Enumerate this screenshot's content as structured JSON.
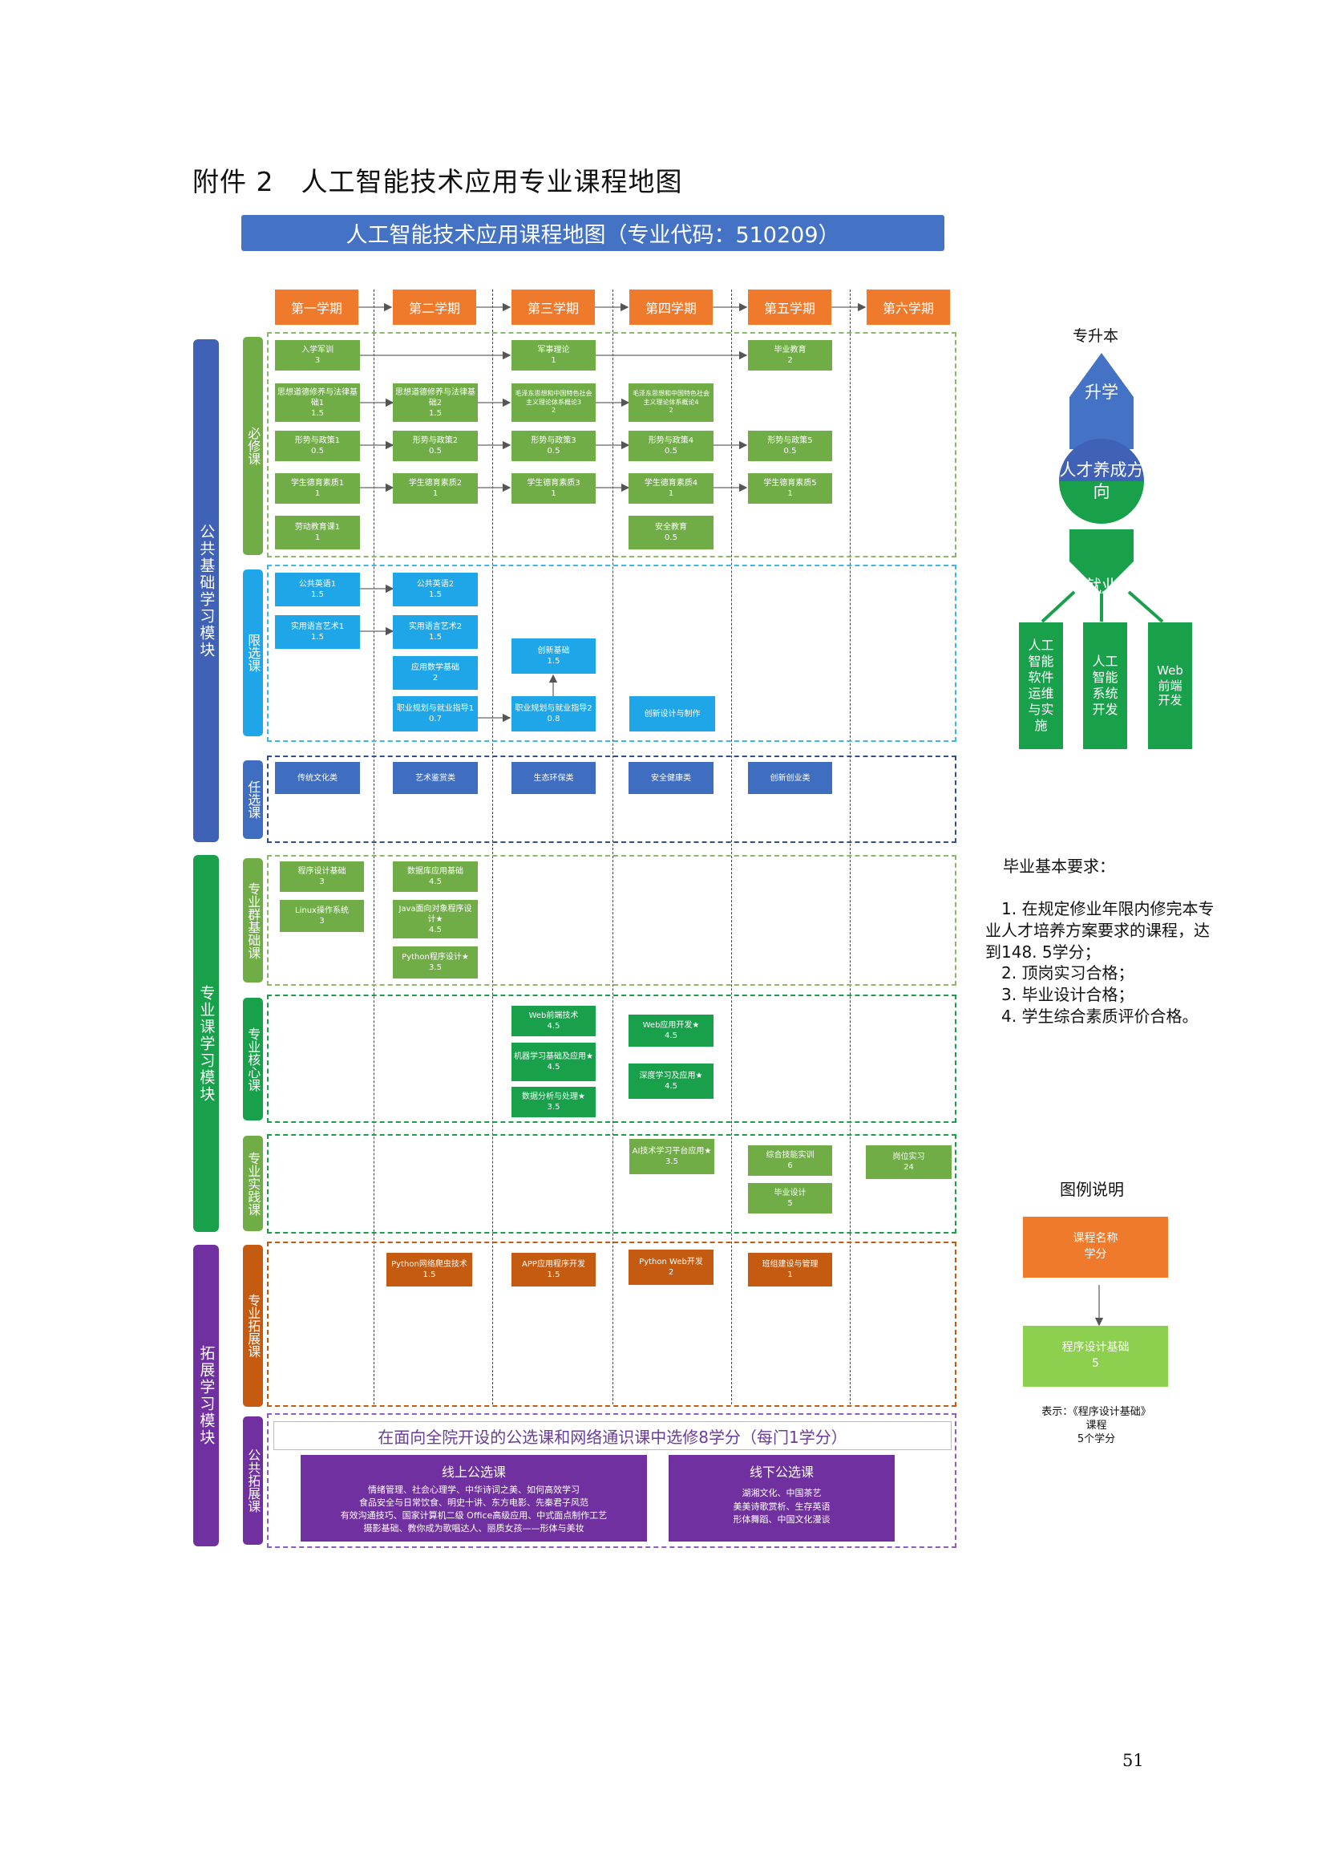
{
  "doc_title": "附件 2　人工智能技术应用专业课程地图",
  "map_title": "人工智能技术应用课程地图（专业代码：510209）",
  "semesters": [
    "第一学期",
    "第二学期",
    "第三学期",
    "第四学期",
    "第五学期",
    "第六学期"
  ],
  "modules": {
    "public": "公共基础学习模块",
    "professional": "专业课学习模块",
    "extension": "拓展学习模块"
  },
  "subcategories": {
    "required": "必修课",
    "limited": "限选课",
    "elective": "任选课",
    "group_basic": "专业群基础课",
    "core": "专业核心课",
    "practice": "专业实践课",
    "prof_ext": "专业拓展课",
    "public_ext": "公共拓展课"
  },
  "courses": {
    "c1": {
      "name": "入学军训",
      "credit": "3"
    },
    "c2": {
      "name": "军事理论",
      "credit": "1"
    },
    "c3": {
      "name": "毕业教育",
      "credit": "2"
    },
    "c4": {
      "name": "思想道德修养与法律基础1",
      "credit": "1.5"
    },
    "c5": {
      "name": "思想道德修养与法律基础2",
      "credit": "1.5"
    },
    "c6": {
      "name": "毛泽东思想和中国特色社会主义理论体系概论3",
      "credit": "2"
    },
    "c7": {
      "name": "毛泽东思想和中国特色社会主义理论体系概论4",
      "credit": "2"
    },
    "c8": {
      "name": "形势与政策1",
      "credit": "0.5"
    },
    "c9": {
      "name": "形势与政策2",
      "credit": "0.5"
    },
    "c10": {
      "name": "形势与政策3",
      "credit": "0.5"
    },
    "c11": {
      "name": "形势与政策4",
      "credit": "0.5"
    },
    "c12": {
      "name": "形势与政策5",
      "credit": "0.5"
    },
    "c13": {
      "name": "学生德育素质1",
      "credit": "1"
    },
    "c14": {
      "name": "学生德育素质2",
      "credit": "1"
    },
    "c15": {
      "name": "学生德育素质3",
      "credit": "1"
    },
    "c16": {
      "name": "学生德育素质4",
      "credit": "1"
    },
    "c17": {
      "name": "学生德育素质5",
      "credit": "1"
    },
    "c18": {
      "name": "劳动教育课1",
      "credit": "1"
    },
    "c19": {
      "name": "安全教育",
      "credit": "0.5"
    },
    "c20": {
      "name": "公共英语1",
      "credit": "1.5"
    },
    "c21": {
      "name": "公共英语2",
      "credit": "1.5"
    },
    "c22": {
      "name": "实用语言艺术1",
      "credit": "1.5"
    },
    "c23": {
      "name": "实用语言艺术2",
      "credit": "1.5"
    },
    "c24": {
      "name": "应用数学基础",
      "credit": "2"
    },
    "c25": {
      "name": "创新基础",
      "credit": "1.5"
    },
    "c26": {
      "name": "职业规划与就业指导1",
      "credit": "0.7"
    },
    "c27": {
      "name": "职业规划与就业指导2",
      "credit": "0.8"
    },
    "c28": {
      "name": "创新设计与制作",
      "credit": ""
    },
    "c29": {
      "name": "传统文化类",
      "credit": ""
    },
    "c30": {
      "name": "艺术鉴赏类",
      "credit": ""
    },
    "c31": {
      "name": "生态环保类",
      "credit": ""
    },
    "c32": {
      "name": "安全健康类",
      "credit": ""
    },
    "c33": {
      "name": "创新创业类",
      "credit": ""
    },
    "c34": {
      "name": "程序设计基础",
      "credit": "3"
    },
    "c35": {
      "name": "Linux操作系统",
      "credit": "3"
    },
    "c36": {
      "name": "数据库应用基础",
      "credit": "4.5"
    },
    "c37": {
      "name": "Java面向对象程序设计★",
      "credit": "4.5"
    },
    "c38": {
      "name": "Python程序设计★",
      "credit": "3.5"
    },
    "c39": {
      "name": "Web前端技术",
      "credit": "4.5"
    },
    "c40": {
      "name": "机器学习基础及应用★",
      "credit": "4.5"
    },
    "c41": {
      "name": "数据分析与处理★",
      "credit": "3.5"
    },
    "c42": {
      "name": "Web应用开发★",
      "credit": "4.5"
    },
    "c43": {
      "name": "深度学习及应用★",
      "credit": "4.5"
    },
    "c44": {
      "name": "AI技术学习平台应用★",
      "credit": "3.5"
    },
    "c45": {
      "name": "综合技能实训",
      "credit": "6"
    },
    "c46": {
      "name": "毕业设计",
      "credit": "5"
    },
    "c47": {
      "name": "岗位实习",
      "credit": "24"
    },
    "c48": {
      "name": "Python网络爬虫技术",
      "credit": "1.5"
    },
    "c49": {
      "name": "APP应用程序开发",
      "credit": "1.5"
    },
    "c50": {
      "name": "Python Web开发",
      "credit": "2"
    },
    "c51": {
      "name": "班组建设与管理",
      "credit": "1"
    }
  },
  "public_extension": {
    "banner": "在面向全院开设的公选课和网络通识课中选修8学分（每门1学分）",
    "online_title": "线上公选课",
    "online_lines": [
      "情绪管理、社会心理学、中华诗词之美、如何高效学习",
      "食品安全与日常饮食、明史十讲、东方电影、先秦君子风范",
      "有效沟通技巧、国家计算机二级 Office高级应用、中式面点制作工艺",
      "摄影基础、教你成为歌唱达人、丽质女孩——形体与美妆"
    ],
    "offline_title": "线下公选课",
    "offline_lines": [
      "湖湘文化、中国茶艺",
      "美美诗歌赏析、生存英语",
      "形体舞蹈、中国文化漫谈"
    ]
  },
  "direction": {
    "top_label": "专升本",
    "up": "升学",
    "center": "人才养成方向",
    "down": "就业",
    "jobs": [
      "人工智能软件运维与实施",
      "人工智能系统开发",
      "Web前端开发"
    ]
  },
  "graduation": {
    "title": "毕业基本要求：",
    "items": [
      "1. 在规定修业年限内修完本专业人才培养方案要求的课程，达到148. 5学分；",
      "2. 顶岗实习合格；",
      "3. 毕业设计合格；",
      "4. 学生综合素质评价合格。"
    ]
  },
  "legend": {
    "title": "图例说明",
    "box_name": "课程名称",
    "box_credit": "学分",
    "example_name": "程序设计基础",
    "example_credit": "5",
    "note_line1": "表示：《程序设计基础》",
    "note_line2": "课程",
    "note_line3": "5个学分"
  },
  "page_number": "51",
  "colors": {
    "orange": "#F07A2C",
    "blue_title": "#4472C4",
    "green": "#70AD47",
    "sky": "#1FA6E8",
    "navy": "#3F6EC1",
    "dark_green": "#18A04A",
    "rust": "#C55A11",
    "purple": "#7030A0"
  }
}
